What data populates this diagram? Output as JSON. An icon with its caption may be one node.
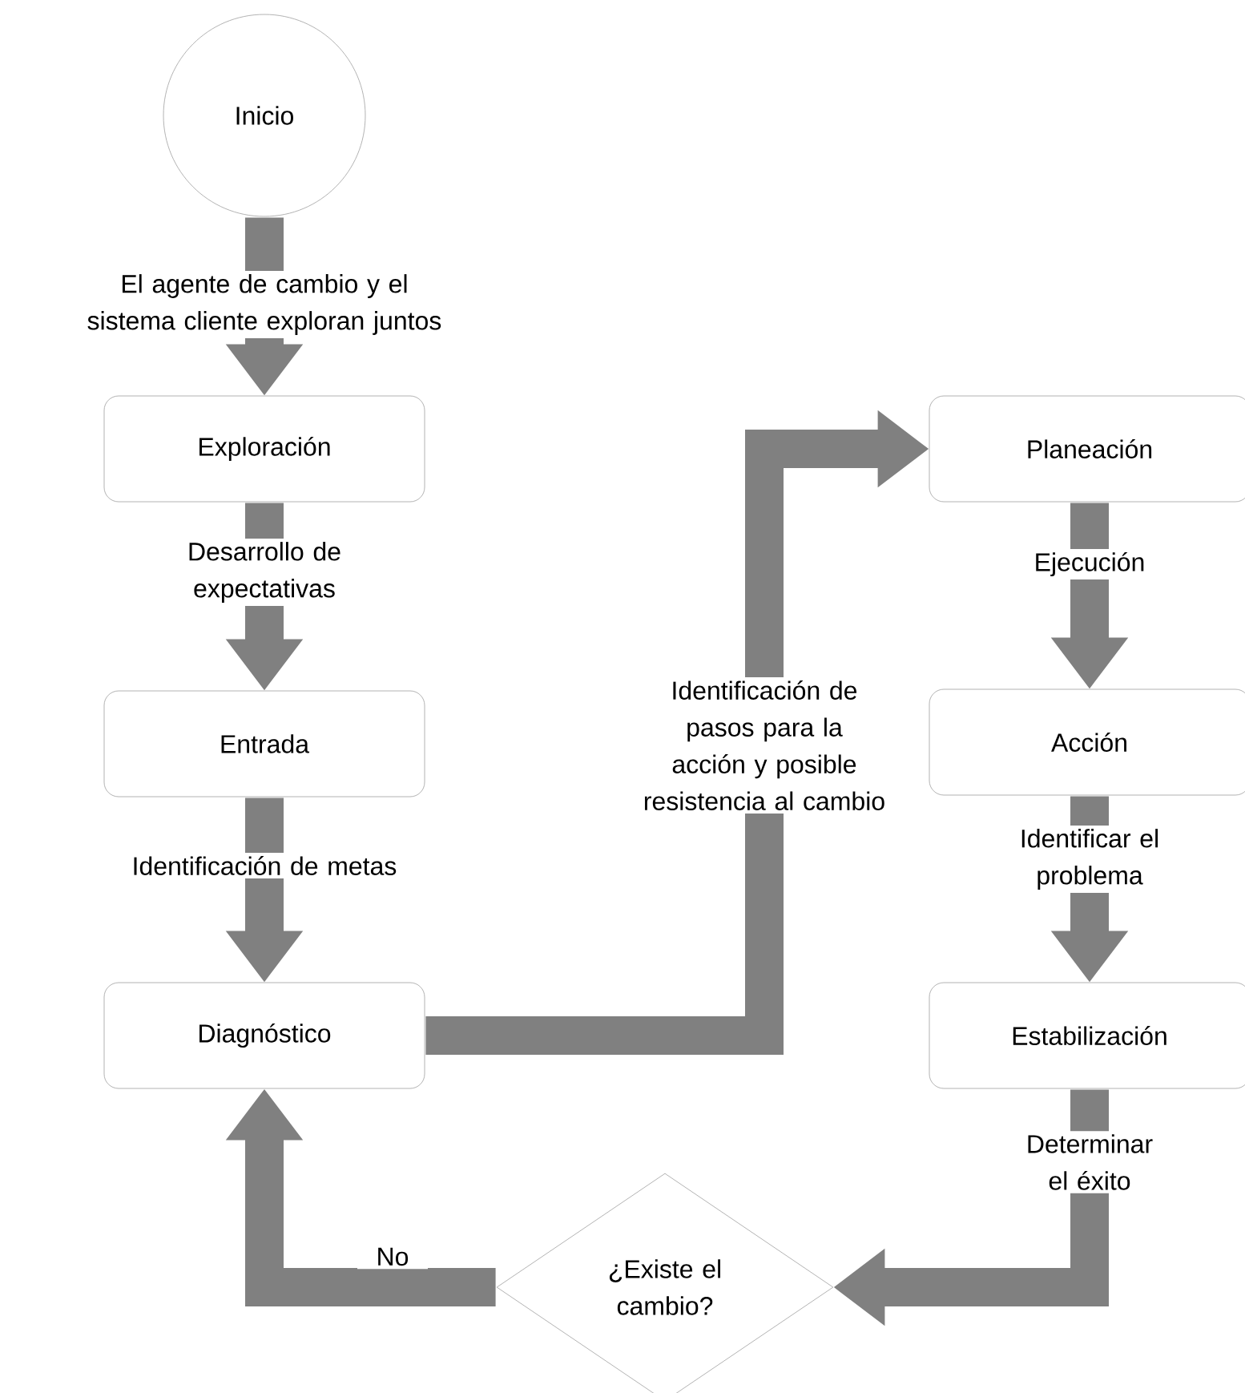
{
  "diagram": {
    "nodes": [
      {
        "text": [
          "Inicio"
        ]
      },
      {
        "text": [
          "Exploración"
        ]
      },
      {
        "text": [
          "Entrada"
        ]
      },
      {
        "text": [
          "Diagnóstico"
        ]
      },
      {
        "text": [
          "Planeación"
        ]
      },
      {
        "text": [
          "Acción"
        ]
      },
      {
        "text": [
          "Estabilización"
        ]
      },
      {
        "text": [
          "¿Existe el cambio?"
        ]
      }
    ],
    "edges": [
      {
        "from": 0,
        "to": 1,
        "arrow": "to",
        "label": "El agente de cambio y el sistema cliente exploran juntos"
      },
      {
        "from": 1,
        "to": 2,
        "arrow": "to",
        "label": "Desarrollo de expectativas"
      },
      {
        "from": 2,
        "to": 3,
        "arrow": "to",
        "label": "Identificación de metas"
      },
      {
        "from": 3,
        "to": 4,
        "arrow": "to",
        "label": "Identificación de pasos para la acción y posible resistencia al cambio"
      },
      {
        "from": 4,
        "to": 5,
        "arrow": "to",
        "label": "Ejecución"
      },
      {
        "from": 5,
        "to": 6,
        "arrow": "to",
        "label": "Identificar el problema"
      },
      {
        "from": 6,
        "to": 7,
        "arrow": "to",
        "label": "Determinar el éxito"
      },
      {
        "from": 7,
        "to": 3,
        "arrow": "to",
        "label": "No"
      }
    ]
  }
}
